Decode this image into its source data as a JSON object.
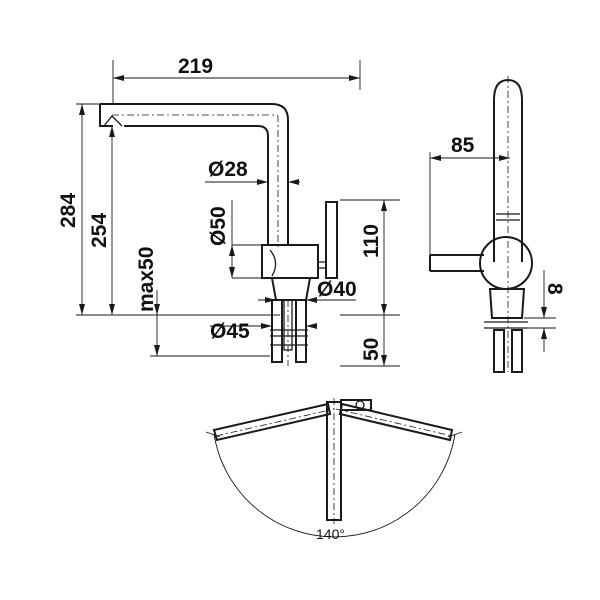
{
  "dimensions": {
    "width_219": "219",
    "height_284": "284",
    "height_254": "254",
    "max50": "max50",
    "dia28": "Ø28",
    "dia50": "Ø50",
    "dia40": "Ø40",
    "dia45": "Ø45",
    "h110": "110",
    "h50": "50",
    "reach85": "85",
    "gap8": "8",
    "swivel": "140°"
  }
}
